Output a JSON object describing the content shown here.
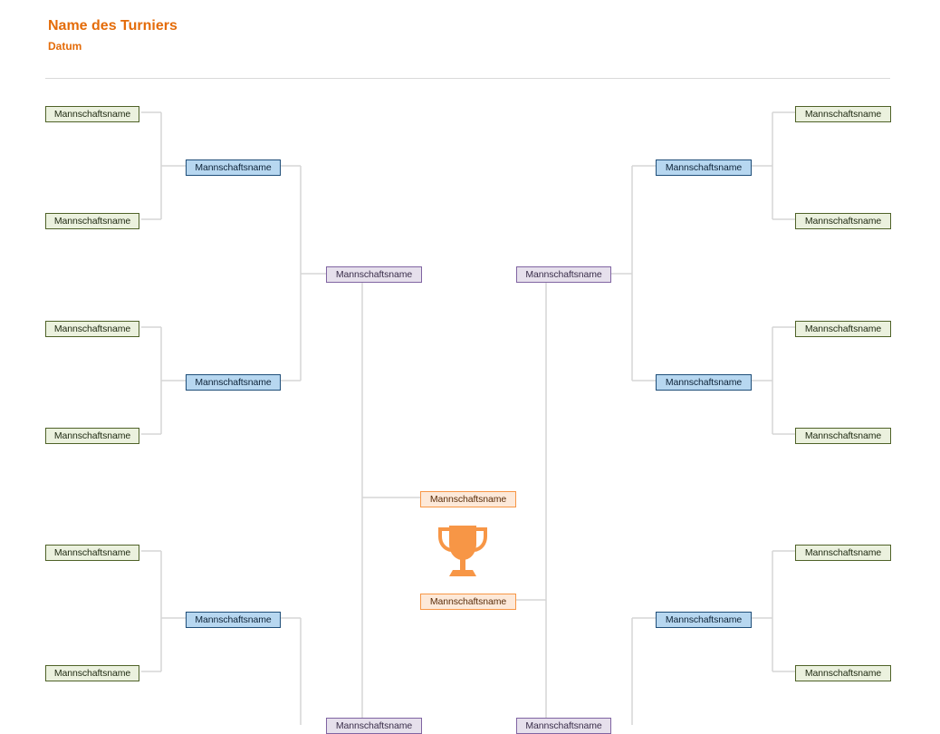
{
  "header": {
    "title": "Name des Turniers",
    "subtitle": "Datum"
  },
  "bracket": {
    "left_round1": [
      "Mannschaftsname",
      "Mannschaftsname",
      "Mannschaftsname",
      "Mannschaftsname",
      "Mannschaftsname",
      "Mannschaftsname"
    ],
    "left_round2": [
      "Mannschaftsname",
      "Mannschaftsname",
      "Mannschaftsname"
    ],
    "left_round3": [
      "Mannschaftsname",
      "Mannschaftsname"
    ],
    "right_round1": [
      "Mannschaftsname",
      "Mannschaftsname",
      "Mannschaftsname",
      "Mannschaftsname",
      "Mannschaftsname",
      "Mannschaftsname"
    ],
    "right_round2": [
      "Mannschaftsname",
      "Mannschaftsname",
      "Mannschaftsname"
    ],
    "right_round3": [
      "Mannschaftsname",
      "Mannschaftsname"
    ],
    "final": [
      "Mannschaftsname",
      "Mannschaftsname"
    ]
  },
  "colors": {
    "accent": "#E46C0A",
    "round1": "#EBF1DE",
    "round2": "#B7D7F0",
    "round3": "#E6E0EC",
    "final": "#FDE9D9",
    "trophy": "#F79646"
  },
  "icons": {
    "trophy": "trophy-icon"
  }
}
